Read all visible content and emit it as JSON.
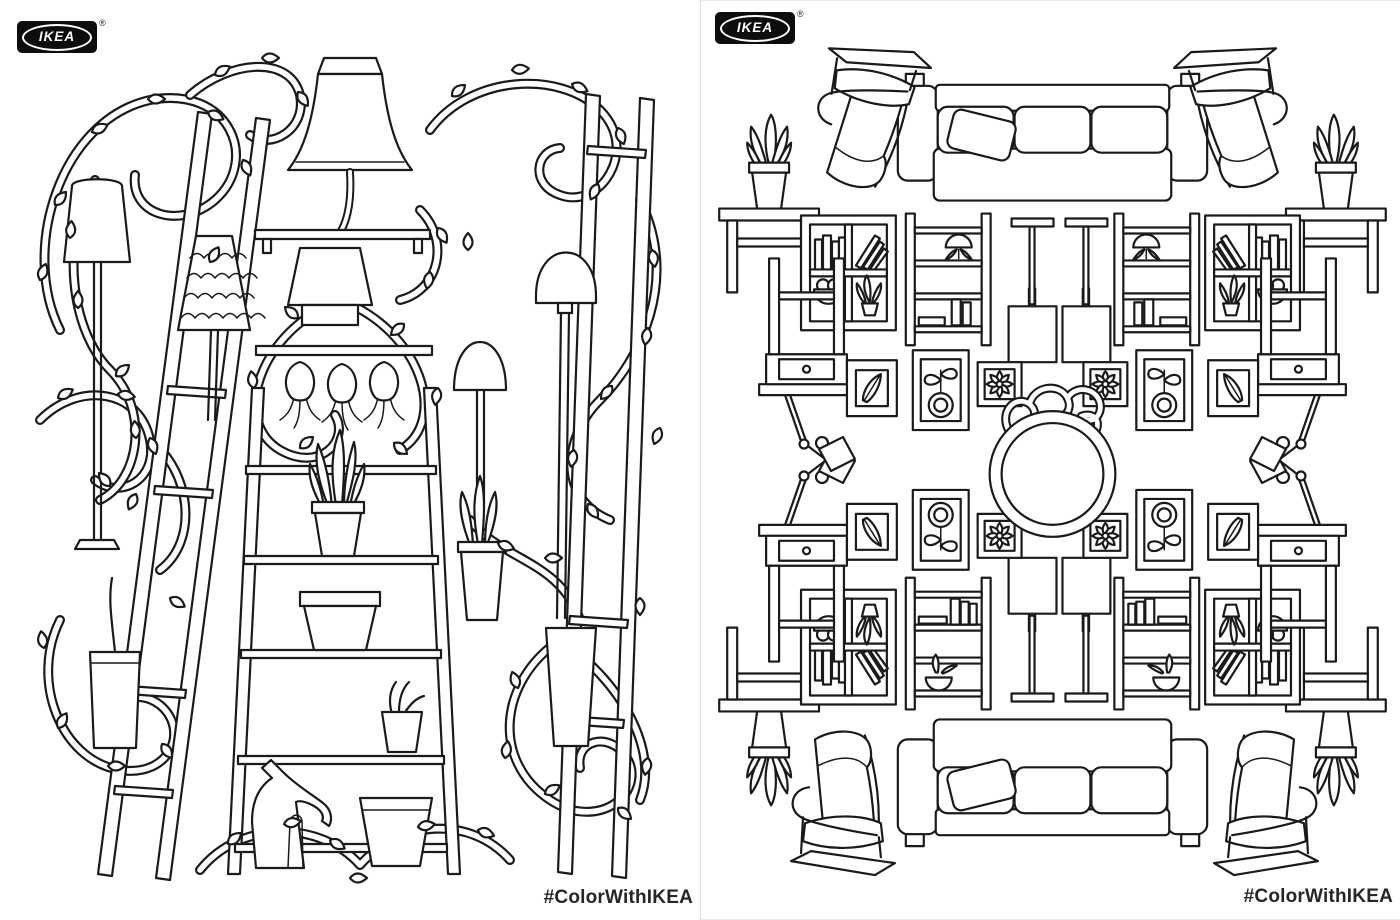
{
  "page": {
    "background": "#ffffff",
    "ink_color": "#1a1a1a",
    "divider_color": "#e4e4e4",
    "description": "Two IKEA #ColorWithIKEA printable coloring-book sheets side by side, black outline art on white"
  },
  "brand": {
    "logo_text": "IKEA",
    "registered_mark": "®"
  },
  "footer": {
    "hashtag": "#ColorWithIKEA"
  },
  "sheets": [
    {
      "id": "botanical-coloring-sheet",
      "description": "Tangled climbing vines with leaves weaving around ladder shelves, lamps, hanging planters and potted plants",
      "items": [
        "bell pendant lamp",
        "table lamp on shelf",
        "hanging drooping plants",
        "pleated lamp shade",
        "floor lamp",
        "dome floor lamp",
        "small dome lamp",
        "leaning ladder shelf",
        "plant step ladder",
        "right ladder",
        "potted snake plant",
        "large flower pot",
        "small plant pot",
        "tall planter",
        "hanging pot",
        "watering can shaped like a heel",
        "flower pot",
        "scrolling vines with leaves"
      ]
    },
    {
      "id": "living-room-coloring-sheet",
      "description": "Mirror-symmetric living room furniture arrangement reflected top/bottom and left/right",
      "items": [
        "three-seat sofa with cushions and pillow",
        "POÄNG cantilever armchair",
        "side table with potted snake plant",
        "2x2 cube storage with books, fruit bowl and plant",
        "open bookshelf with books and plants",
        "floor lamp with square shade",
        "nightstand with drawer and work lamp",
        "round ornate mirror with scroll crest",
        "framed leaf print",
        "framed botanical print",
        "flower motif frame"
      ]
    }
  ]
}
